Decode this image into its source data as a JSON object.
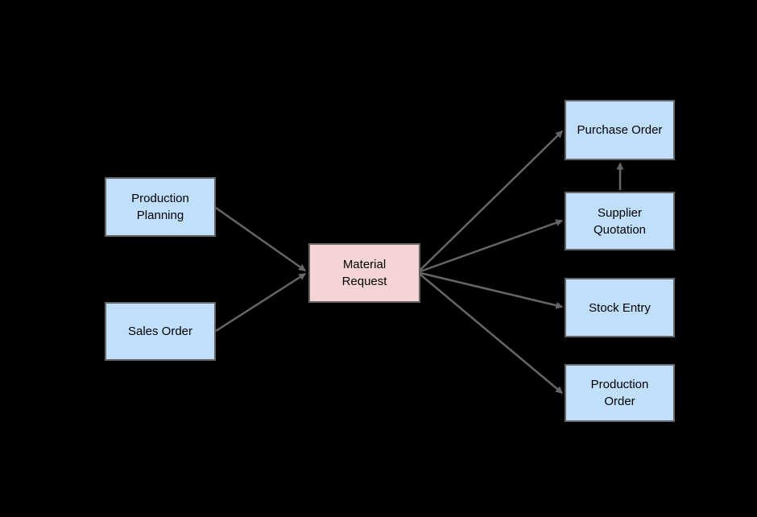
{
  "diagram": {
    "title": "Material Request workflow diagram",
    "background_color": "#000000",
    "node_border_color": "#666666",
    "arrow_color": "#666666",
    "source_node_fill": "#BFDFFB",
    "central_node_fill": "#F5D4D6",
    "nodes": {
      "production_planning": {
        "label": "Production Planning",
        "fill": "#BFDFFB"
      },
      "sales_order": {
        "label": "Sales Order",
        "fill": "#BFDFFB"
      },
      "material_request": {
        "label": "Material Request",
        "fill": "#F5D4D6"
      },
      "purchase_order": {
        "label": "Purchase Order",
        "fill": "#BFDFFB"
      },
      "supplier_quotation": {
        "label": "Supplier Quotation",
        "fill": "#BFDFFB"
      },
      "stock_entry": {
        "label": "Stock Entry",
        "fill": "#BFDFFB"
      },
      "production_order": {
        "label": "Production Order",
        "fill": "#BFDFFB"
      }
    },
    "edges": [
      {
        "from": "Production Planning",
        "to": "Material Request"
      },
      {
        "from": "Sales Order",
        "to": "Material Request"
      },
      {
        "from": "Material Request",
        "to": "Purchase Order"
      },
      {
        "from": "Material Request",
        "to": "Supplier Quotation"
      },
      {
        "from": "Material Request",
        "to": "Stock Entry"
      },
      {
        "from": "Material Request",
        "to": "Production Order"
      },
      {
        "from": "Supplier Quotation",
        "to": "Purchase Order"
      }
    ]
  }
}
